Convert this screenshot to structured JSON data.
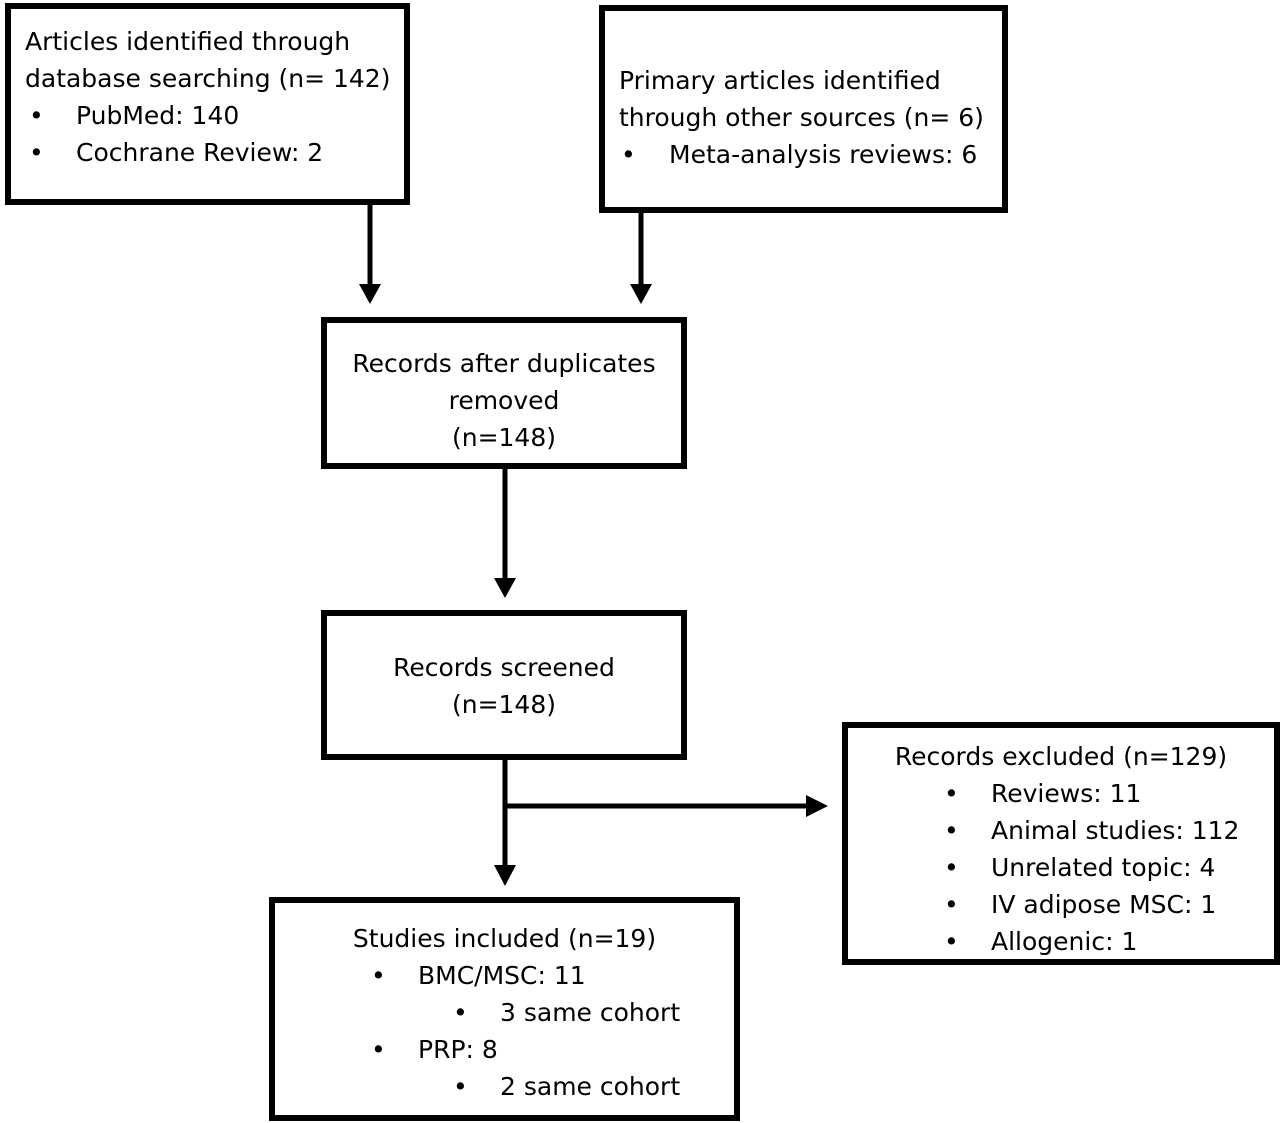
{
  "boxes": {
    "database": {
      "title_line1": "Articles identified through",
      "title_line2": "database searching (n= 142)",
      "bullets": [
        "PubMed: 140",
        "Cochrane Review: 2"
      ]
    },
    "other": {
      "title_line1": "Primary articles identified",
      "title_line2": "through other sources (n= 6)",
      "bullets": [
        "Meta-analysis reviews: 6"
      ]
    },
    "duplicates": {
      "line1": "Records after duplicates",
      "line2": "removed",
      "line3": "(n=148)"
    },
    "screened": {
      "line1": "Records screened",
      "line2": "(n=148)"
    },
    "excluded": {
      "title": "Records excluded (n=129)",
      "bullets": [
        "Reviews: 11",
        "Animal studies: 112",
        "Unrelated topic: 4",
        "IV adipose MSC: 1",
        "Allogenic: 1"
      ]
    },
    "included": {
      "title": "Studies included (n=19)",
      "bullets": [
        "BMC/MSC: 11",
        "3 same cohort",
        "PRP: 8",
        "2 same cohort"
      ]
    }
  },
  "bullet_char": "•"
}
